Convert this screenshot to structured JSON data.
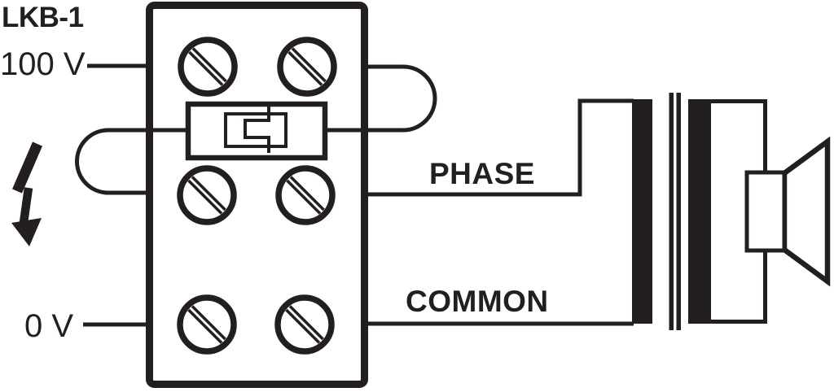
{
  "labels": {
    "model": "LKB-1",
    "input_high": "100 V",
    "input_low": "0 V",
    "output_phase": "PHASE",
    "output_common": "COMMON"
  },
  "icons": {
    "high_voltage": "lightning-arrow-icon",
    "terminal_screw": "screw-head-icon",
    "fuse_link": "fuse-link-icon",
    "transformer": "transformer-winding-icon",
    "speaker": "horn-speaker-icon"
  },
  "colors": {
    "ink": "#231F20",
    "background": "#FFFFFF"
  }
}
